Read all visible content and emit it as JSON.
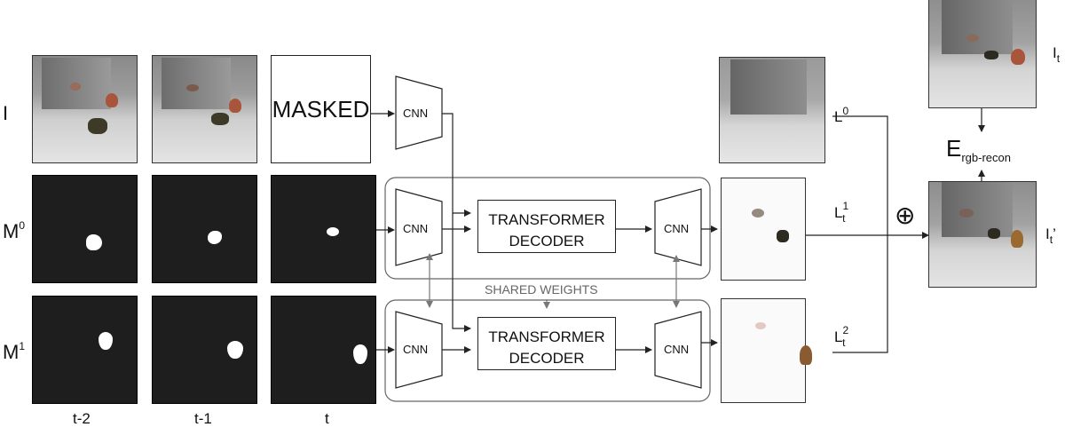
{
  "rows": {
    "image": "I",
    "mask0_base": "M",
    "mask0_sup": "0",
    "mask1_base": "M",
    "mask1_sup": "1"
  },
  "time_labels": [
    "t-2",
    "t-1",
    "t"
  ],
  "masked_label": "MASKED",
  "cnn_label": "CNN",
  "transformer": {
    "line1": "TRANSFORMER",
    "line2": "DECODER"
  },
  "shared_weights": "SHARED WEIGHTS",
  "layers": {
    "L0_base": "L",
    "L0_sup": "0",
    "L1_base": "L",
    "L1_sup": "1",
    "L1_sub": "t",
    "L2_base": "L",
    "L2_sup": "2",
    "L2_sub": "t"
  },
  "combine_symbol": "⊕",
  "target": {
    "base": "I",
    "sub": "t"
  },
  "recon": {
    "base": "I",
    "sub": "t",
    "prime": "’"
  },
  "loss": {
    "base": "E",
    "sub": "rgb-recon"
  },
  "colors": {
    "mask_bg": "#1e1e1e",
    "arrow": "#222222",
    "shared_arrow": "#777777",
    "group_border": "#666666"
  }
}
